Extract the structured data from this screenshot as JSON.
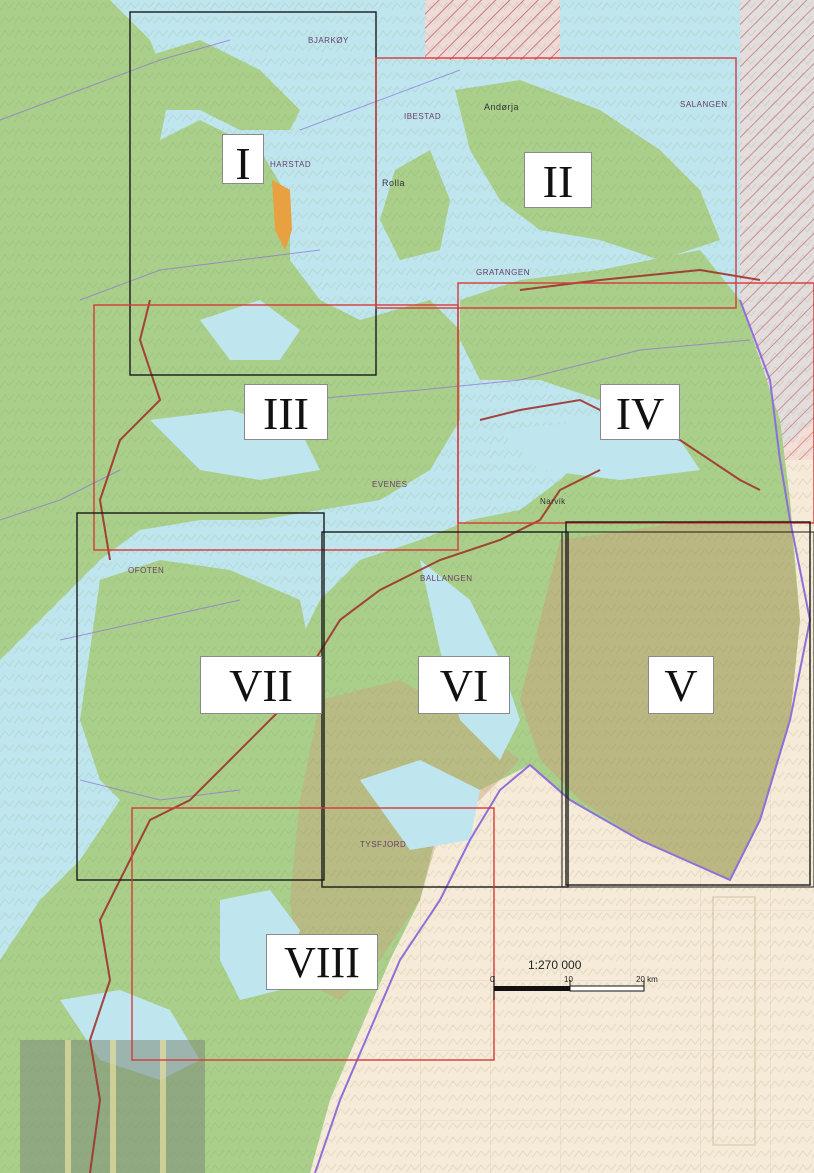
{
  "map": {
    "sheets": [
      {
        "id": "I",
        "label": "I",
        "frame": "black"
      },
      {
        "id": "II",
        "label": "II",
        "frame": "red"
      },
      {
        "id": "III",
        "label": "III",
        "frame": "red"
      },
      {
        "id": "IV",
        "label": "IV",
        "frame": "red"
      },
      {
        "id": "V",
        "label": "V",
        "frame": "black"
      },
      {
        "id": "VI",
        "label": "VI",
        "frame": "black"
      },
      {
        "id": "VII",
        "label": "VII",
        "frame": "black"
      },
      {
        "id": "VIII",
        "label": "VIII",
        "frame": "red"
      }
    ],
    "scale": {
      "ratio": "1:270 000",
      "tick_0": "0",
      "tick_10": "10",
      "tick_20": "20 km"
    },
    "place_names": {
      "harstad": "HARSTAD",
      "rolla": "Rolla",
      "andørja": "Andørja",
      "ofoten": "OFOTEN",
      "evenes": "EVENES",
      "tysfjord": "TYSFJORD",
      "ballangen": "BALLANGEN",
      "bjarkøy": "BJARKØY",
      "ibestad": "IBESTAD",
      "salangen": "SALANGEN",
      "gratangen": "GRATANGEN",
      "narvik": "Narvik"
    },
    "colors": {
      "sea": "#bfe6ef",
      "land": "#a9cf8a",
      "mountain": "#c9a47c",
      "outside_area": "#f6ead8",
      "frame_black": "#1a1a1a",
      "frame_red": "#d63a3a",
      "border": "#8f6fd8",
      "road": "#a0322c"
    }
  }
}
